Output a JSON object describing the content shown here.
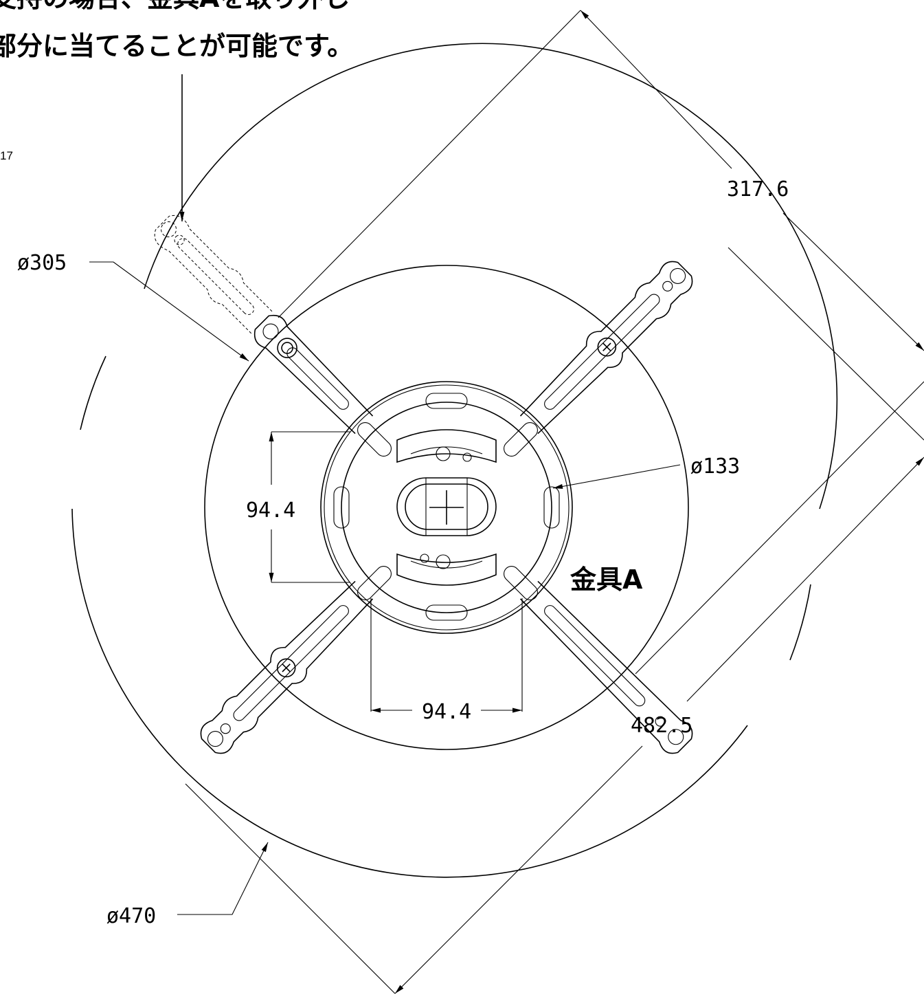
{
  "note": {
    "line1": "支持の場合、金具Aを取り外し",
    "line2": "部分に当てることが可能です。"
  },
  "page_mark": "17",
  "part_label": "金具A",
  "dimensions": {
    "dia_305": "ø305",
    "dia_133": "ø133",
    "dia_470": "ø470",
    "len_317_6": "317.6",
    "len_482_5": "482.5",
    "len_94_4_vertical": "94.4",
    "len_94_4_horizontal": "94.4"
  }
}
